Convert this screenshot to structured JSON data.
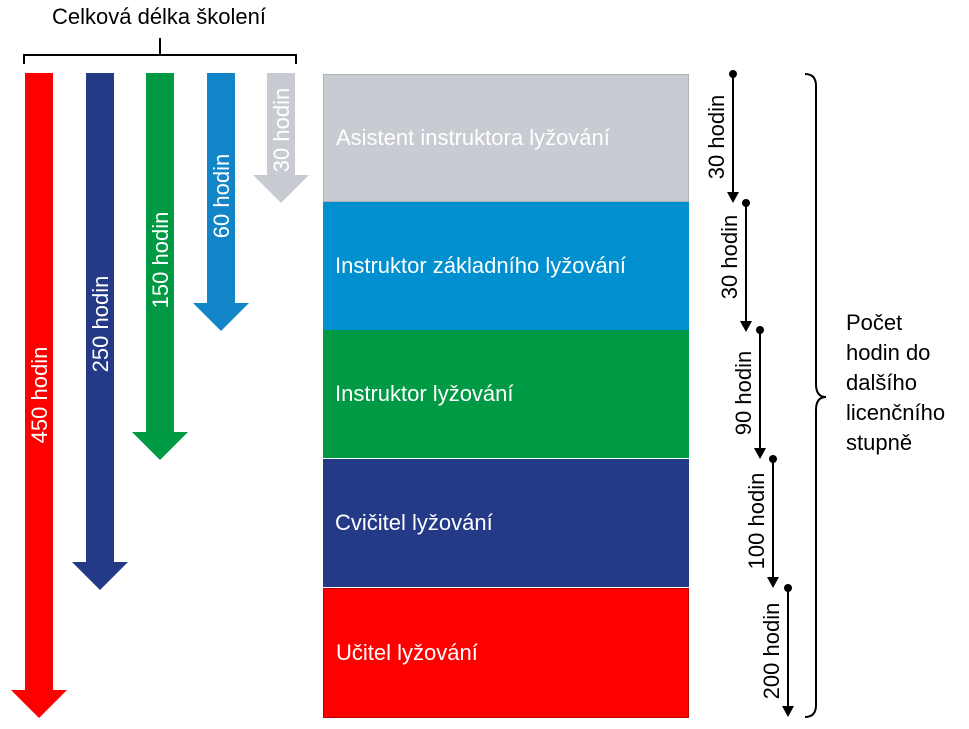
{
  "header": {
    "title": "Celková délka školení"
  },
  "total_arrows": [
    {
      "label": "450 hodin",
      "color": "#FF0000"
    },
    {
      "label": "250 hodin",
      "color": "#243A87"
    },
    {
      "label": "150 hodin",
      "color": "#009A44"
    },
    {
      "label": "60 hodin",
      "color": "#1284C8"
    },
    {
      "label": "30 hodin",
      "color": "#C9CBD3"
    }
  ],
  "levels": [
    {
      "label": "Asistent instruktora lyžování",
      "color": "#C9CBD3"
    },
    {
      "label": "Instruktor základního lyžování",
      "color": "#0090D0"
    },
    {
      "label": "Instruktor lyžování",
      "color": "#009A44"
    },
    {
      "label": "Cvičitel lyžování",
      "color": "#243A87"
    },
    {
      "label": "Učitel lyžování",
      "color": "#FF0000"
    }
  ],
  "step_arrows": [
    {
      "label": "30 hodin"
    },
    {
      "label": "30 hodin"
    },
    {
      "label": "90 hodin"
    },
    {
      "label": "100 hodin"
    },
    {
      "label": "200 hodin"
    }
  ],
  "side_note": {
    "lines": [
      "Počet",
      "hodin do",
      "dalšího",
      "licenčního",
      "stupně"
    ]
  }
}
